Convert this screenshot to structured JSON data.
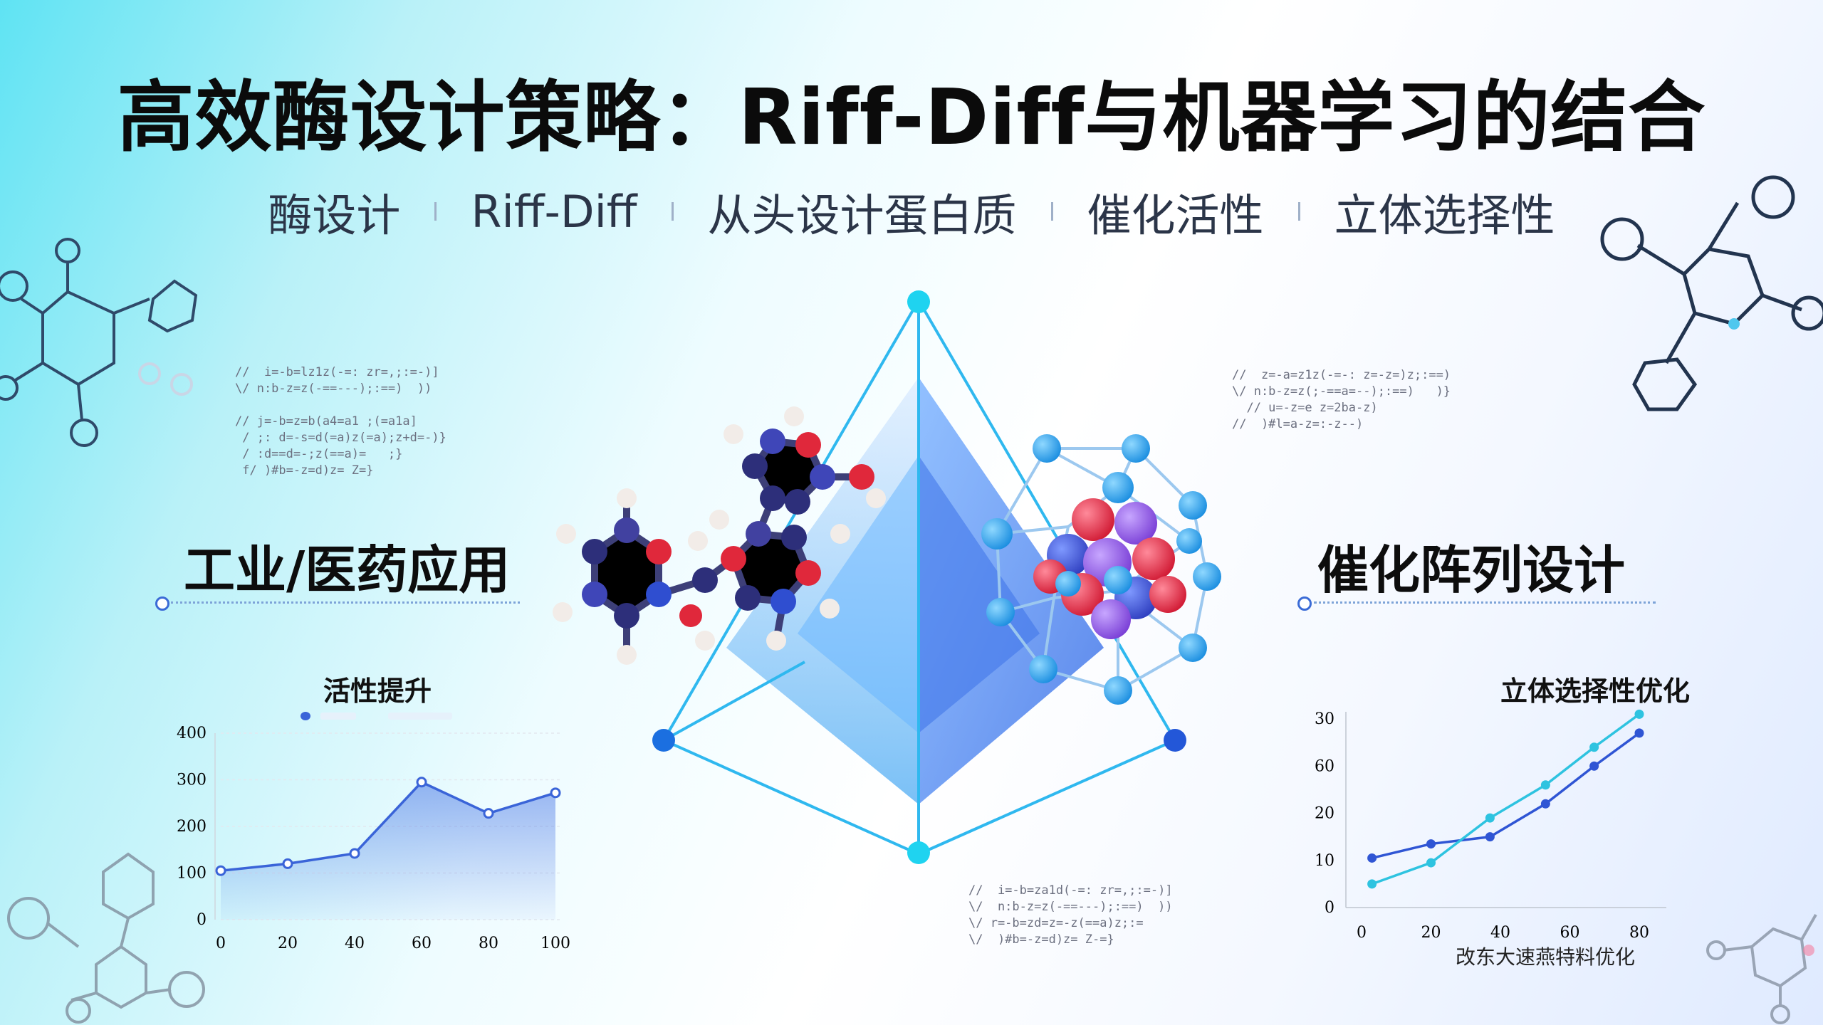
{
  "title": "高效酶设计策略：Riff-Diff与机器学习的结合",
  "keywords": [
    "酶设计",
    "Riff-Diff",
    "从头设计蛋白质",
    "催化活性",
    "立体选择性"
  ],
  "left_heading": "工业/医药应用",
  "right_heading": "催化阵列设计",
  "left_scribble": "//  i=-b=lz1z(-=: zr=,;:=-)]\n\\/ n:b-z=z(-==---);:==)  ))\n\n// j=-b=z=b(a4=a1 ;(=a1a]\n / ;: d=-s=d(=a)z(=a);z+d=-)}\n / :d==d=-;z(==a)=   ;}\n f/ )#b=-z=d)z= Z=}",
  "right_scribble_top": "//  z=-a=z1z(-=-: z=-z=)z;:==)\n\\/ n:b-z=z(;-==a=--);:==)   )}\n  // u=-z=e z=2ba-z)\n//  )#l=a-z=:-z--)",
  "bottom_scribble": "//  i=-b=za1d(-=: zr=,;:=-)]\n\\/  n:b-z=z(-==---);:==)  ))\n\\/ r=-b=zd=z=-z(==a)z;:=\n\\/  )#b=-z=d)z= Z-=}",
  "left_chart": {
    "title": "活性提升",
    "chart_data": {
      "type": "area",
      "x": [
        0,
        20,
        40,
        60,
        80,
        100
      ],
      "y": [
        105,
        120,
        142,
        295,
        228,
        272
      ],
      "xlim": [
        0,
        100
      ],
      "ylim": [
        0,
        400
      ],
      "xticks": [
        "0",
        "20",
        "40",
        "60",
        "80",
        "100"
      ],
      "yticks": [
        "0",
        "100",
        "200",
        "300",
        "400"
      ],
      "grid": true,
      "color": "#3a64d8"
    }
  },
  "right_chart": {
    "title": "立体选择性优化",
    "caption": "改东大速燕特料优化",
    "chart_data": {
      "type": "line",
      "x": [
        3,
        20,
        37,
        53,
        67,
        80
      ],
      "series": [
        {
          "values": [
            10.5,
            13.5,
            15.0,
            22.0,
            30.0,
            37.0
          ],
          "color": "#2f55d4"
        },
        {
          "values": [
            5.0,
            9.5,
            19.0,
            26.0,
            34.0,
            41.0
          ],
          "color": "#2ec3e0"
        }
      ],
      "xlim": [
        0,
        80
      ],
      "yticks": [
        "0",
        "10",
        "20",
        "60",
        "30"
      ],
      "xticks": [
        "0",
        "20",
        "40",
        "60",
        "80"
      ],
      "grid": false
    }
  },
  "colors": {
    "accent_blue": "#3a64d8",
    "cyan": "#2ec3e0",
    "pyramid_cyan": "#1fd3f0",
    "atom_red": "#e0283b",
    "atom_navy": "#3c3f8a"
  },
  "icons": [
    "molecule-graphic",
    "pyramid-graphic",
    "nanocage-graphic",
    "chemical-structure-icon"
  ]
}
